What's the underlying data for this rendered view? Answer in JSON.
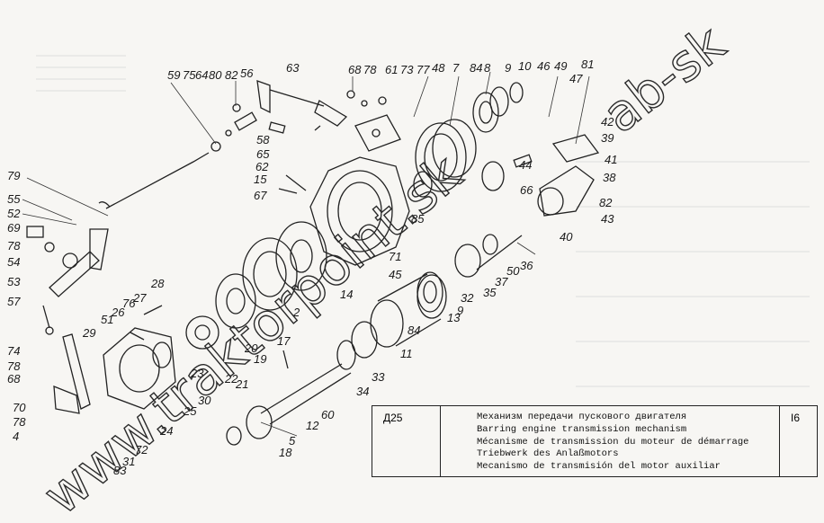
{
  "diagram": {
    "labels": [
      "59",
      "75",
      "64",
      "80",
      "82",
      "56",
      "63",
      "68",
      "78",
      "61",
      "73",
      "77",
      "48",
      "7",
      "84",
      "8",
      "9",
      "10",
      "46",
      "49",
      "81",
      "47",
      "42",
      "39",
      "41",
      "38",
      "66",
      "44",
      "82",
      "43",
      "40",
      "36",
      "50",
      "37",
      "35",
      "32",
      "13",
      "84",
      "9",
      "11",
      "33",
      "34",
      "60",
      "12",
      "5",
      "18",
      "79",
      "55",
      "52",
      "69",
      "78",
      "54",
      "53",
      "57",
      "74",
      "78",
      "68",
      "70",
      "78",
      "4",
      "28",
      "27",
      "26",
      "51",
      "29",
      "76",
      "25",
      "23",
      "30",
      "24",
      "72",
      "31",
      "83",
      "22",
      "21",
      "20",
      "19",
      "17",
      "2",
      "14",
      "85",
      "71",
      "45",
      "15",
      "67",
      "58",
      "65",
      "62"
    ],
    "watermark_main": "www.traktorpoint.sk",
    "watermark_right": "ab-sk"
  },
  "title_block": {
    "code": "Д25",
    "sheet": "I6",
    "lines": [
      "Механизм передачи пускового двигателя",
      "Barring engine transmission mechanism",
      "Mécanisme de transmission du moteur de démarrage",
      "Triebwerk des Anlaßmotors",
      "Mecanismo de transmisión del motor auxiliar"
    ]
  },
  "colors": {
    "ink": "#1a1a1a",
    "paper": "#f7f6f3"
  }
}
